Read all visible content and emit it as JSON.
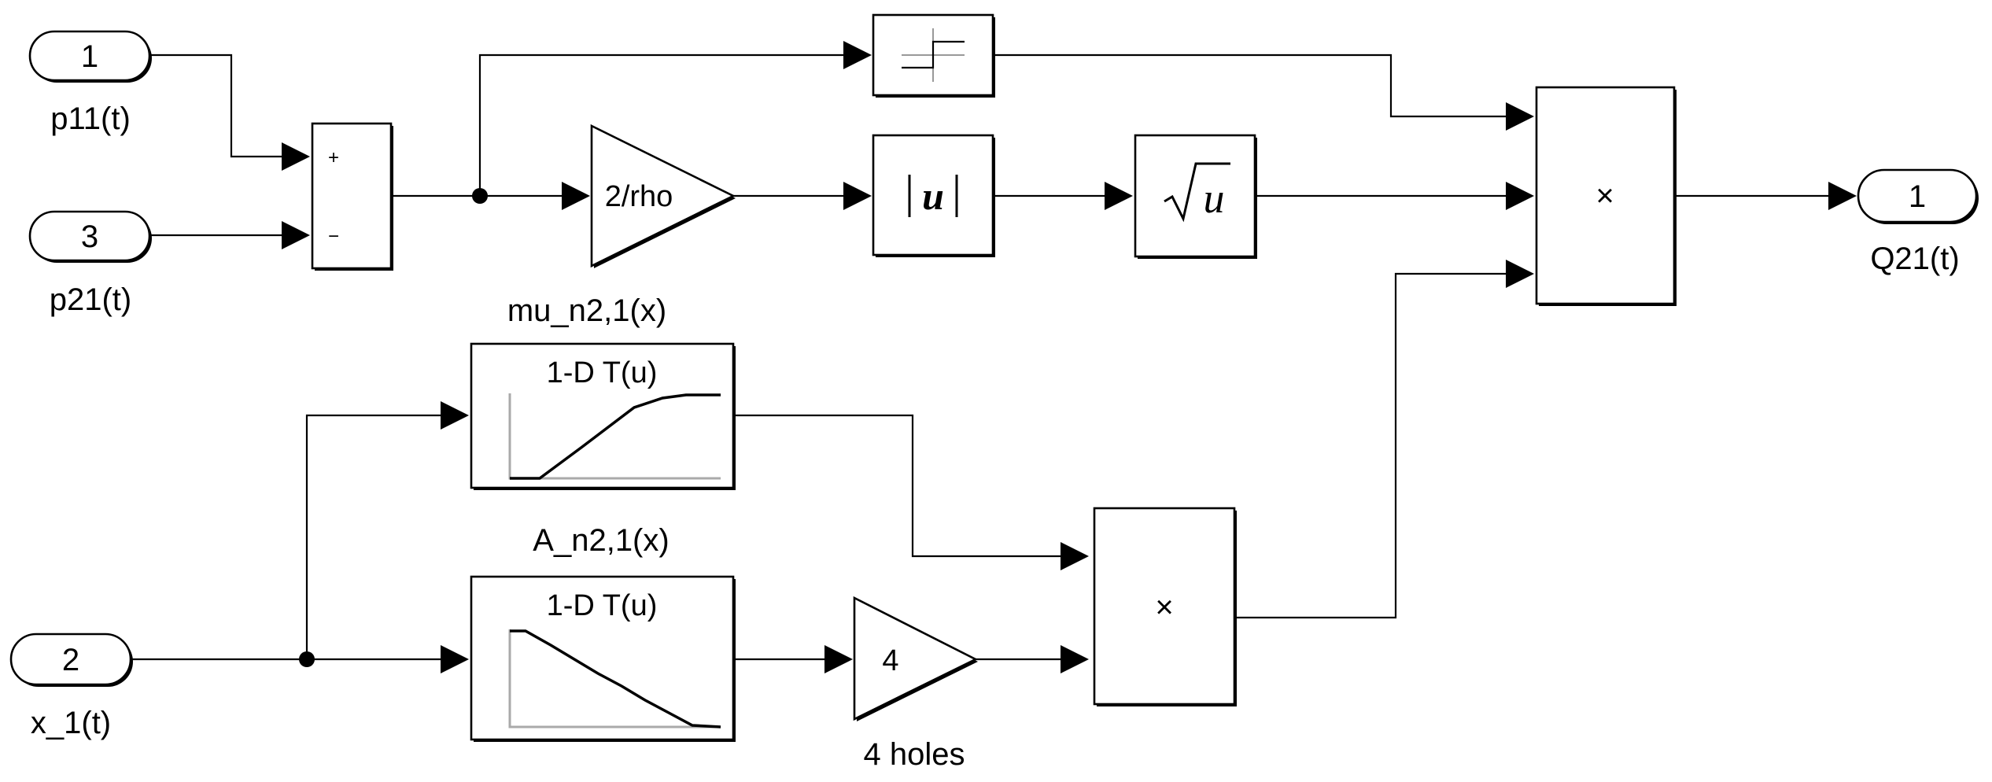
{
  "inports": [
    {
      "number": "1",
      "label": "p11(t)"
    },
    {
      "number": "3",
      "label": "p21(t)"
    },
    {
      "number": "2",
      "label": "x_1(t)"
    }
  ],
  "outport": {
    "number": "1",
    "label": "Q21(t)"
  },
  "sum_block": {
    "plus": "+",
    "minus": "−"
  },
  "gain_rho": {
    "text": "2/rho"
  },
  "abs_block": {
    "text": "|u|"
  },
  "sqrt_block": {
    "radical": "√",
    "text": "u"
  },
  "product_main": {
    "symbol": "×"
  },
  "product_lower": {
    "symbol": "×"
  },
  "lut_mu": {
    "title": "mu_n2,1(x)",
    "text": "1-D T(u)"
  },
  "lut_a": {
    "title": "A_n2,1(x)",
    "text": "1-D T(u)"
  },
  "gain_holes": {
    "text": "4",
    "caption": "4 holes"
  }
}
